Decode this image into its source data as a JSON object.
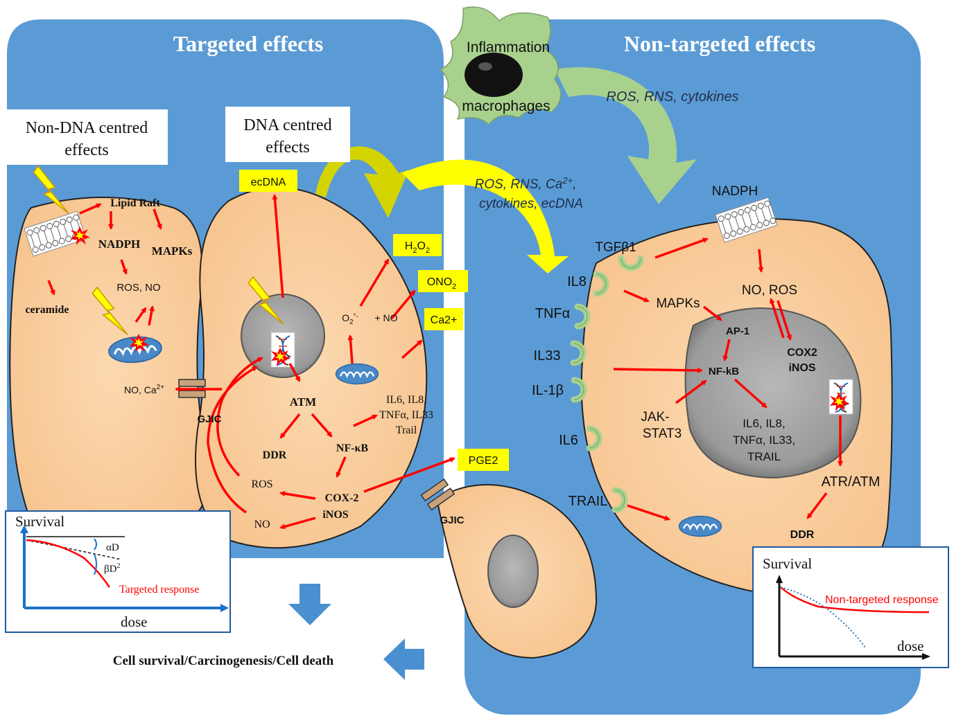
{
  "titles": {
    "left": "Targeted effects",
    "right": "Non-targeted effects"
  },
  "macrophage": {
    "top": "Inflammation",
    "bottom": "macrophages",
    "output": "ROS, RNS, cytokines"
  },
  "boxes": {
    "non_dna_line1": "Non-DNA centred",
    "non_dna_line2": "effects",
    "dna_line1": "DNA centred",
    "dna_line2": "effects"
  },
  "left_cell": {
    "lipid_raft": "Lipid Raft",
    "nadph": "NADPH",
    "mapks": "MAPKs",
    "ros_no": "ROS, NO",
    "ceramide": "ceramide",
    "no_ca": "NO, Ca",
    "no_ca_sup": "2+",
    "gjic": "GJIC"
  },
  "middle_cell": {
    "ecdna": "ecDNA",
    "atm": "ATM",
    "ddr": "DDR",
    "nfkb": "NF-κB",
    "cytokines_line1": "IL6, IL8,",
    "cytokines_line2": "TNFα, IL33",
    "cytokines_line3": "Trail",
    "cox2": "COX-2",
    "inos": "iNOS",
    "ros": "ROS",
    "no": "NO",
    "o2_base": "O",
    "o2_sub": "2",
    "o2_sup": "°-",
    "plus_no": "+ NO",
    "gjic2": "GJIC"
  },
  "yellow_labels": {
    "h2o2_h": "H",
    "h2o2_sub1": "2",
    "h2o2_o": "O",
    "h2o2_sub2": "2",
    "ono2": "ONO",
    "ono2_sub": "2",
    "ca2": "Ca2+",
    "pge2": "PGE2"
  },
  "bystander_signals": {
    "line1_a": "ROS, RNS, Ca",
    "line1_sup": "2+",
    "line1_b": ",",
    "line2": "cytokines, ecDNA"
  },
  "receptors": [
    "IL8",
    "TNFα",
    "IL33",
    "IL-1β",
    "IL6",
    "TRAIL"
  ],
  "right_cell": {
    "nadph": "NADPH",
    "tgfb1": "TGFβ1",
    "no_ros": "NO, ROS",
    "mapks": "MAPKs",
    "ap1": "AP-1",
    "nfkb": "NF-kB",
    "cox2": "COX2",
    "inos": "iNOS",
    "jak_line1": "JAK-",
    "jak_line2": "STAT3",
    "cyto_line1": "IL6, IL8,",
    "cyto_line2": "TNFα, IL33,",
    "cyto_line3": "TRAIL",
    "atr_atm": "ATR/ATM",
    "ddr": "DDR"
  },
  "graph_left": {
    "ylabel": "Survival",
    "xlabel": "dose",
    "alpha": "αD",
    "beta": "βD",
    "beta_sup": "2",
    "response": "Targeted response"
  },
  "graph_right": {
    "ylabel": "Survival",
    "xlabel": "dose",
    "response": "Non-targeted response"
  },
  "outcome": "Cell survival/Carcinogenesis/Cell death",
  "colors": {
    "panel": "#5b9bd5",
    "cell": "#fbd1a2",
    "nucleus": "#a6a6a6",
    "arrow_red": "#ff0000",
    "yellow": "#ffff00",
    "macrophage": "#a9d18e"
  }
}
